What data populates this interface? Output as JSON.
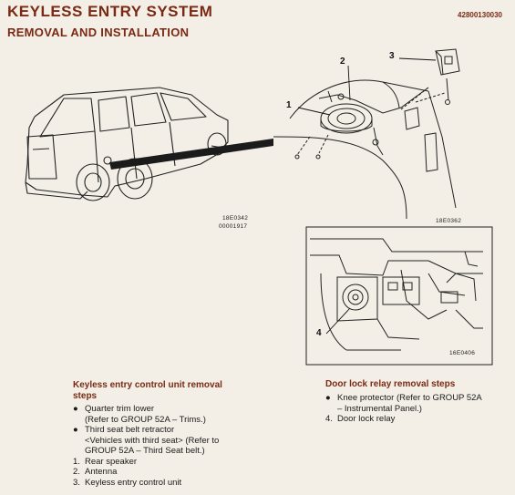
{
  "header": {
    "title": "KEYLESS ENTRY SYSTEM",
    "subtitle": "REMOVAL AND INSTALLATION",
    "doc_number": "42800130030"
  },
  "figures": {
    "top_left_codes": [
      "18E0342",
      "00001917"
    ],
    "top_right_code": "18E0362",
    "inset_code": "16E0406",
    "callouts": [
      "1",
      "2",
      "3",
      "4"
    ]
  },
  "sections": {
    "control_unit": {
      "heading_lines": [
        "Keyless entry control unit removal",
        "steps"
      ],
      "steps": [
        {
          "marker": "●",
          "lines": [
            "Quarter trim lower",
            "(Refer to GROUP 52A – Trims.)"
          ]
        },
        {
          "marker": "●",
          "lines": [
            "Third seat belt retractor",
            "<Vehicles with third seat> (Refer to",
            "GROUP 52A – Third Seat belt.)"
          ]
        },
        {
          "marker": "1.",
          "lines": [
            "Rear speaker"
          ]
        },
        {
          "marker": "2.",
          "lines": [
            "Antenna"
          ]
        },
        {
          "marker": "3.",
          "lines": [
            "Keyless entry control unit"
          ]
        }
      ]
    },
    "door_lock_relay": {
      "heading_lines": [
        "Door lock relay removal steps"
      ],
      "steps": [
        {
          "marker": "●",
          "lines": [
            "Knee protector (Refer to GROUP 52A",
            "– Instrumental Panel.)"
          ]
        },
        {
          "marker": "4.",
          "lines": [
            "Door lock relay"
          ]
        }
      ]
    }
  }
}
